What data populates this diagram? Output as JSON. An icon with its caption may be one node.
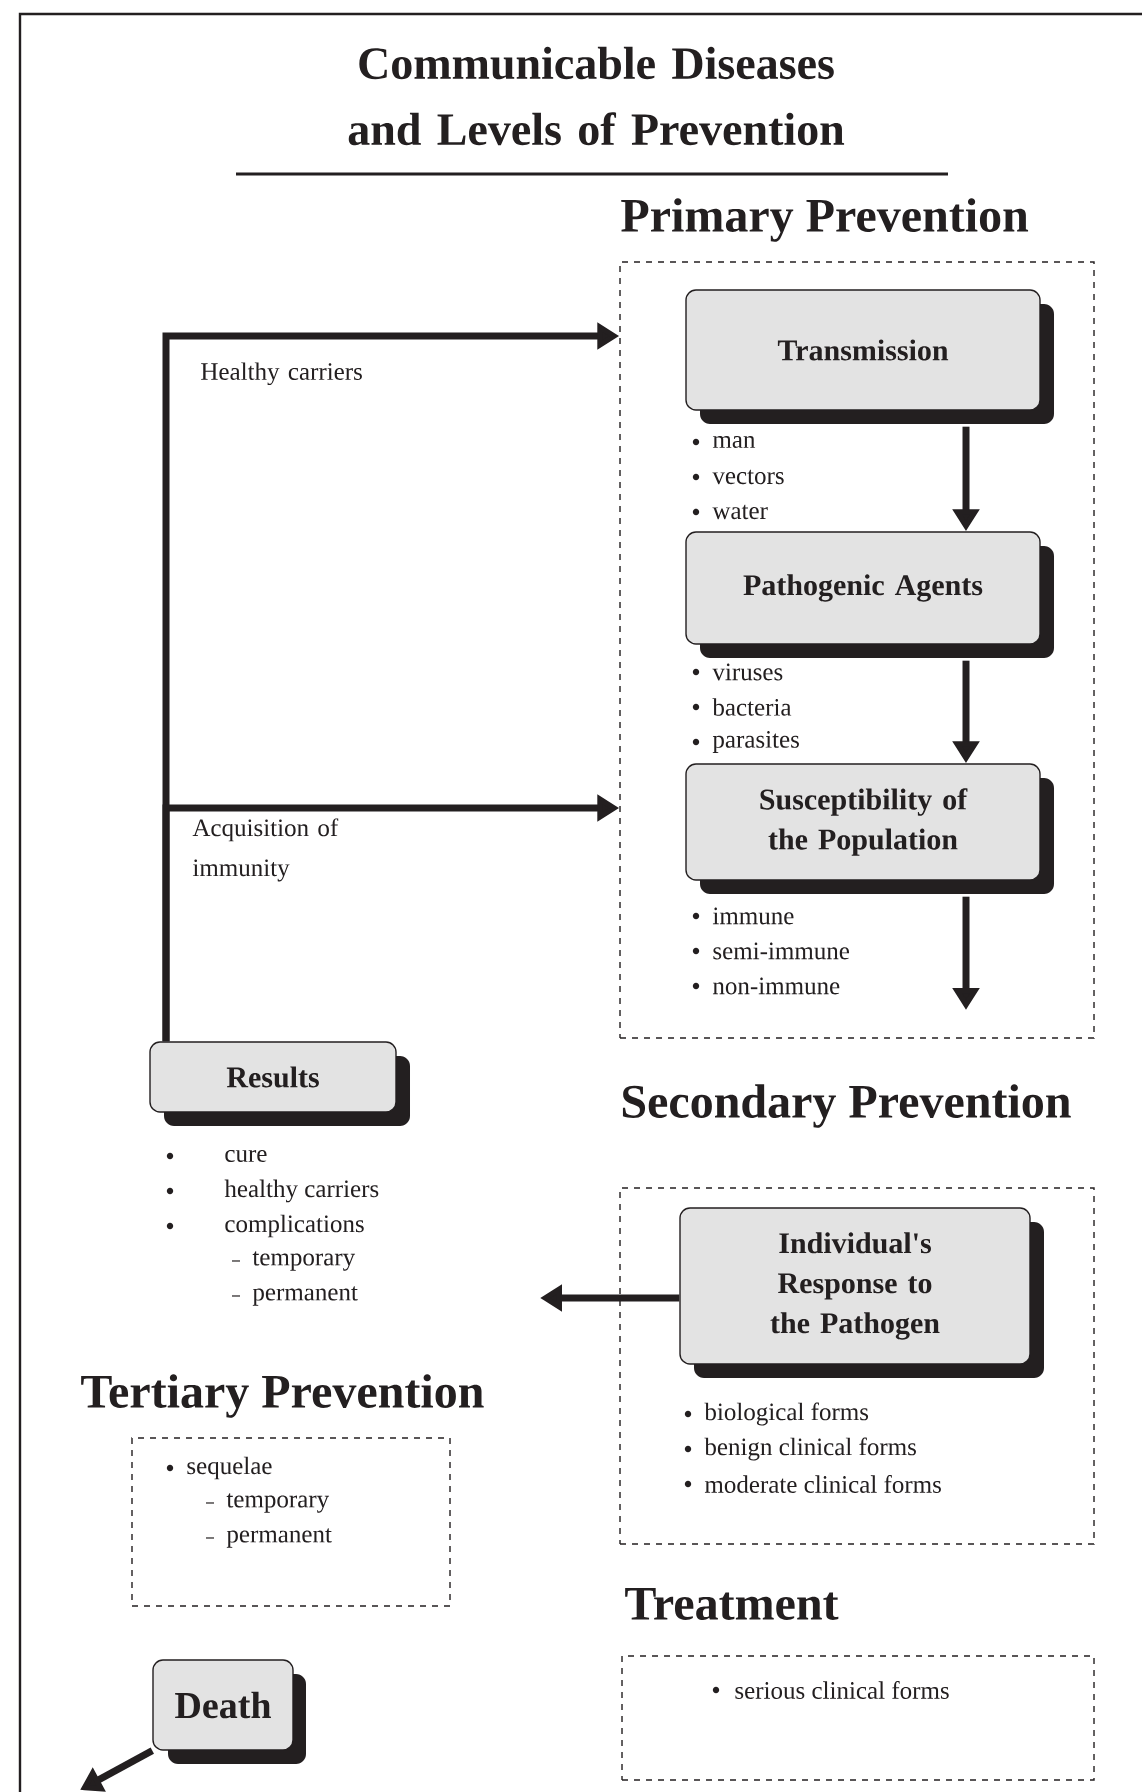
{
  "diagram": {
    "title": "Communicable Diseases and Levels of Prevention",
    "nodes": [
      {
        "text": [
          "Primary Prevention"
        ]
      },
      {
        "text": [
          "Transmission"
        ],
        "in": 0,
        "beside": [
          "man",
          "vectors",
          "water"
        ]
      },
      {
        "text": [
          "Pathogenic Agents"
        ],
        "in": 0,
        "beside": [
          "viruses",
          "bacteria",
          "parasites"
        ]
      },
      {
        "text": [
          "Susceptibility of the Population"
        ],
        "in": 0,
        "beside": [
          "immune",
          "semi-immune",
          "non-immune"
        ]
      },
      {
        "text": [
          "Results"
        ],
        "beside": [
          "cure",
          "healthy carriers",
          "complications",
          "temporary",
          "permanent"
        ]
      },
      {
        "text": [
          "Secondary Prevention"
        ]
      },
      {
        "text": [
          "Individual's Response to the Pathogen"
        ],
        "in": 5,
        "beside": [
          "biological forms",
          "benign clinical forms",
          "moderate clinical forms"
        ]
      },
      {
        "text": [
          "Tertiary Prevention",
          "sequelae",
          "temporary",
          "permanent"
        ]
      },
      {
        "text": [
          "Treatment",
          "serious clinical forms"
        ]
      },
      {
        "text": [
          "Death"
        ]
      }
    ],
    "edges": [
      {
        "from": 4,
        "to": 0,
        "arrow": "to",
        "label": "Healthy carriers"
      },
      {
        "from": 4,
        "to": 0,
        "arrow": "to",
        "label": "Acquisition of immunity"
      },
      {
        "from": 1,
        "to": 2,
        "arrow": "to"
      },
      {
        "from": 2,
        "to": 3,
        "arrow": "to"
      },
      {
        "from": 3,
        "to": null,
        "arrow": "to"
      },
      {
        "from": 6,
        "to": null,
        "arrow": "to"
      },
      {
        "from": 9,
        "to": null,
        "arrow": "to"
      }
    ]
  }
}
